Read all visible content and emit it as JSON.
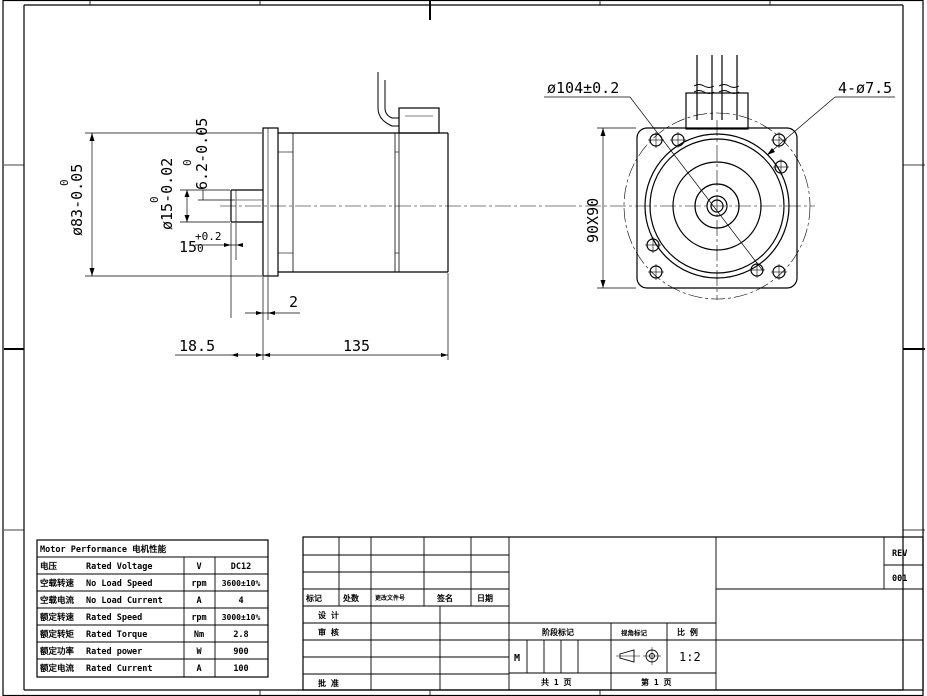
{
  "drawing": {
    "side_view": {
      "body_diameter": "ø83-0.05",
      "body_diameter_upper_tol": "0",
      "shaft_diameter": "ø15-0.02",
      "shaft_diameter_upper_tol": "0",
      "flat_depth": "6.2-0.05",
      "flat_depth_upper_tol": "0",
      "flat_length": "15",
      "flat_length_tol_upper": "+0.2",
      "flat_length_tol_lower": "0",
      "pilot_length": "2",
      "shaft_length": "18.5",
      "body_length": "135"
    },
    "front_view": {
      "bolt_circle": "ø104±0.2",
      "mounting_holes": "4-ø7.5",
      "square_size": "90X90"
    }
  },
  "performance_table": {
    "title": "Motor Performance 电机性能",
    "rows": [
      {
        "cn": "电压",
        "en": "Rated Voltage",
        "unit": "V",
        "value": "DC12"
      },
      {
        "cn": "空载转速",
        "en": "No Load Speed",
        "unit": "rpm",
        "value": "3600±10%"
      },
      {
        "cn": "空载电流",
        "en": "No Load Current",
        "unit": "A",
        "value": "4"
      },
      {
        "cn": "额定转速",
        "en": "Rated Speed",
        "unit": "rpm",
        "value": "3000±10%"
      },
      {
        "cn": "额定转矩",
        "en": "Rated Torque",
        "unit": "Nm",
        "value": "2.8"
      },
      {
        "cn": "额定功率",
        "en": "Rated power",
        "unit": "W",
        "value": "900"
      },
      {
        "cn": "额定电流",
        "en": "Rated Current",
        "unit": "A",
        "value": "100"
      }
    ]
  },
  "title_block": {
    "rev_label": "REV",
    "rev_value": "001",
    "mark": "标记",
    "count": "处数",
    "change_doc": "更改文件号",
    "sign": "签名",
    "date": "日期",
    "design": "设 计",
    "review": "审 核",
    "approve": "批 准",
    "stage_mark": "阶段标记",
    "projection": "视角标记",
    "scale_label": "比 例",
    "stage_value": "M",
    "scale": "1:2",
    "total_sheets": "共 1 页",
    "sheet_no": "第 1 页"
  }
}
